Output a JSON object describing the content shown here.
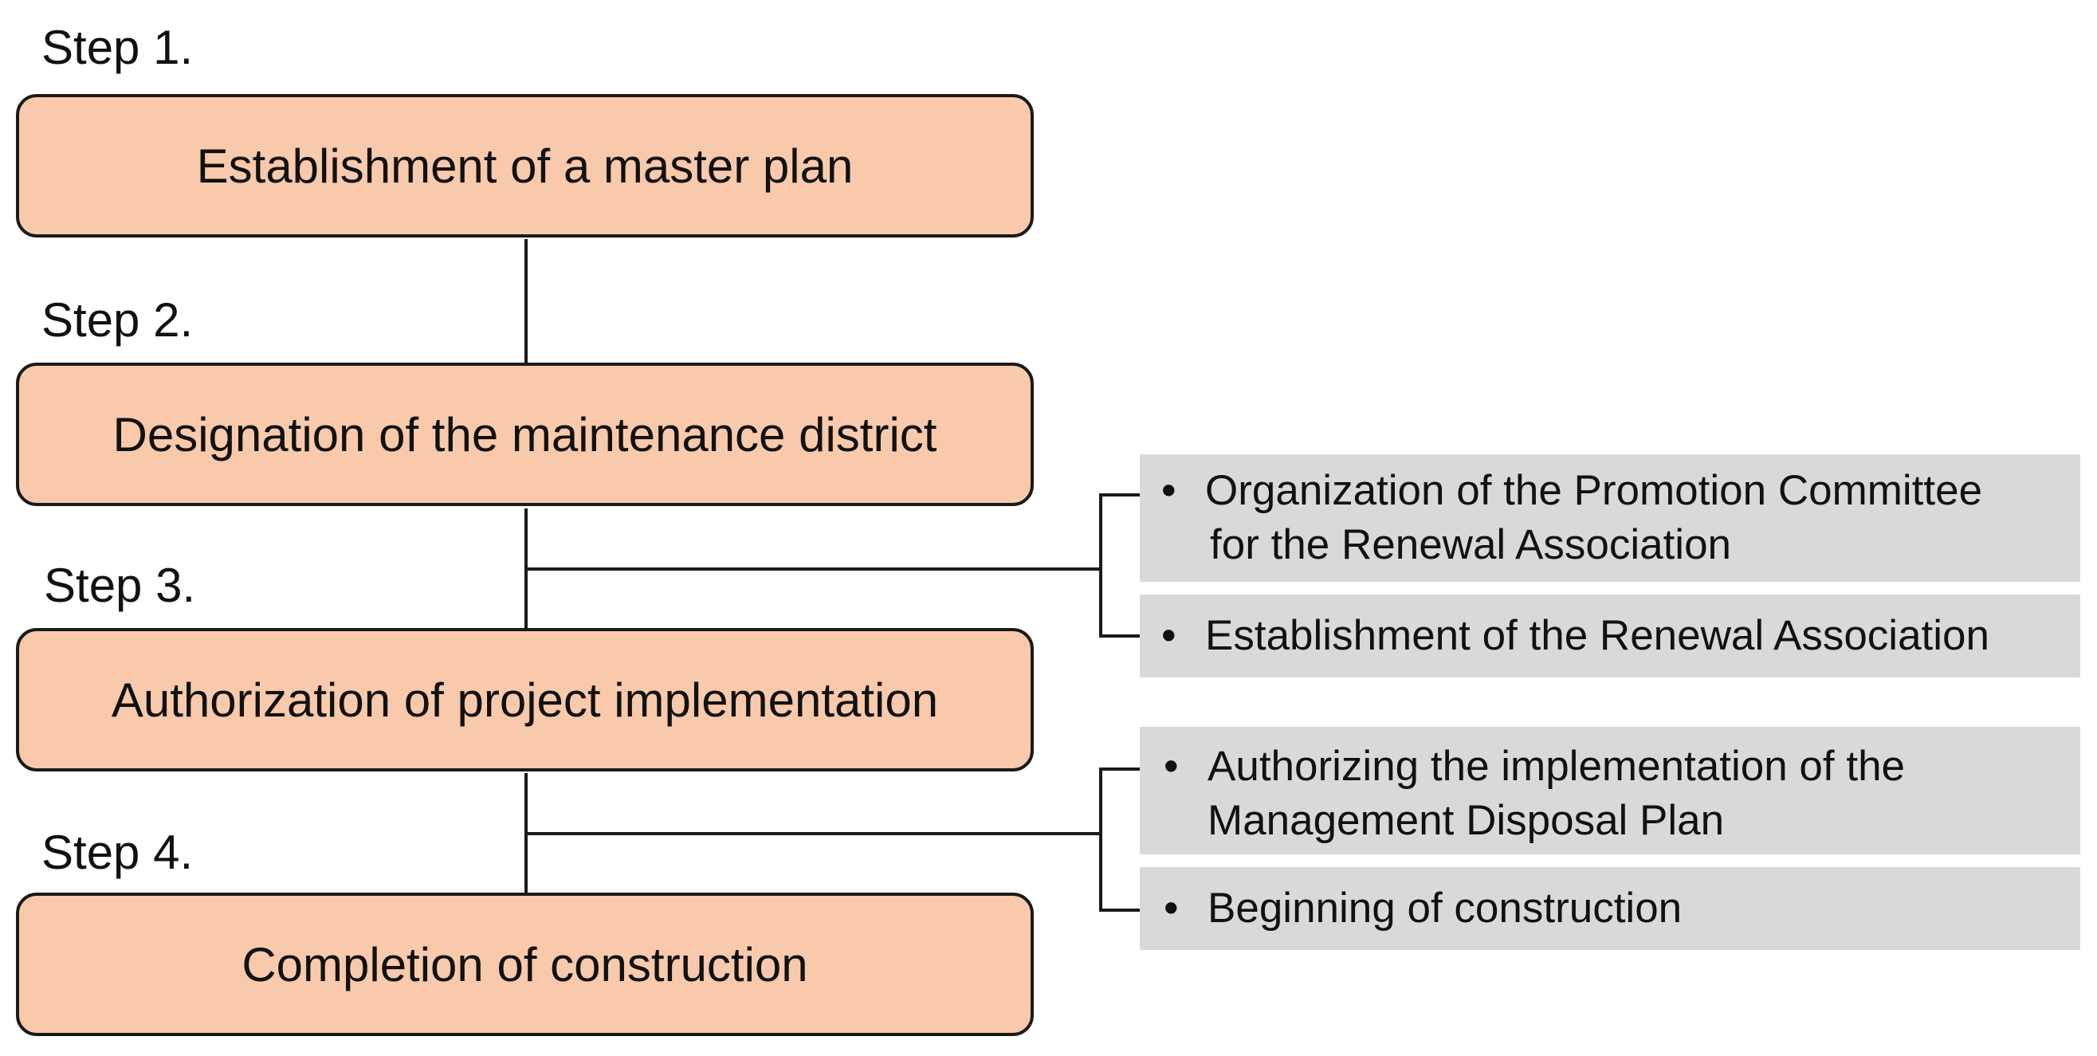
{
  "colors": {
    "step_fill": "#f8c9ab",
    "note_fill": "#d9d9d9",
    "line": "#1a1a1a"
  },
  "steps": [
    {
      "label": "Step 1.",
      "title": "Establishment of a master plan"
    },
    {
      "label": "Step 2.",
      "title": "Designation of the maintenance district"
    },
    {
      "label": "Step 3.",
      "title": "Authorization of project implementation"
    },
    {
      "label": "Step 4.",
      "title": "Completion of construction"
    }
  ],
  "notes": [
    {
      "bullet": "•",
      "lines": [
        "Organization of the Promotion Committee",
        "for the Renewal Association"
      ]
    },
    {
      "bullet": "•",
      "lines": [
        "Establishment of the Renewal Association"
      ]
    },
    {
      "bullet": "•",
      "lines": [
        "Authorizing the implementation of the",
        "Management Disposal Plan"
      ]
    },
    {
      "bullet": "•",
      "lines": [
        "Beginning of construction"
      ]
    }
  ]
}
